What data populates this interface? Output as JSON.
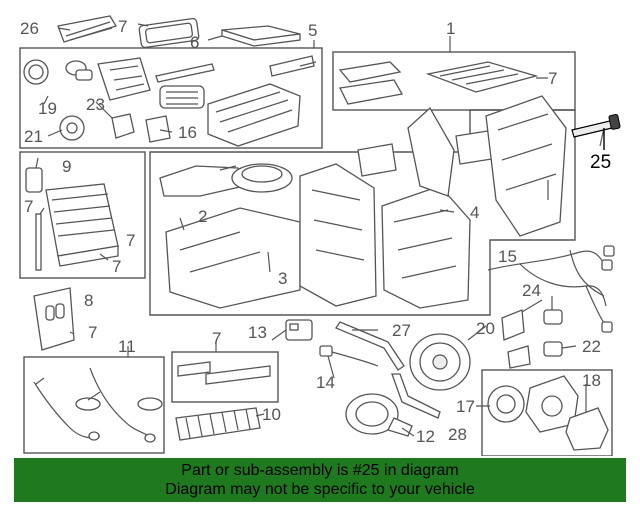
{
  "diagram": {
    "callouts": [
      {
        "id": "c1",
        "text": "1"
      },
      {
        "id": "c2",
        "text": "2"
      },
      {
        "id": "c3",
        "text": "3"
      },
      {
        "id": "c4",
        "text": "4"
      },
      {
        "id": "c5",
        "text": "5"
      },
      {
        "id": "c6",
        "text": "6"
      },
      {
        "id": "c7a",
        "text": "7"
      },
      {
        "id": "c7b",
        "text": "7"
      },
      {
        "id": "c7c",
        "text": "7"
      },
      {
        "id": "c7d",
        "text": "7"
      },
      {
        "id": "c7e",
        "text": "7"
      },
      {
        "id": "c7f",
        "text": "7"
      },
      {
        "id": "c7g",
        "text": "7"
      },
      {
        "id": "c8",
        "text": "8"
      },
      {
        "id": "c9",
        "text": "9"
      },
      {
        "id": "c10",
        "text": "10"
      },
      {
        "id": "c11",
        "text": "11"
      },
      {
        "id": "c12",
        "text": "12"
      },
      {
        "id": "c13",
        "text": "13"
      },
      {
        "id": "c14",
        "text": "14"
      },
      {
        "id": "c15",
        "text": "15"
      },
      {
        "id": "c16",
        "text": "16"
      },
      {
        "id": "c17",
        "text": "17"
      },
      {
        "id": "c18",
        "text": "18"
      },
      {
        "id": "c19",
        "text": "19"
      },
      {
        "id": "c20",
        "text": "20"
      },
      {
        "id": "c21",
        "text": "21"
      },
      {
        "id": "c22",
        "text": "22"
      },
      {
        "id": "c23",
        "text": "23"
      },
      {
        "id": "c24",
        "text": "24"
      },
      {
        "id": "c25",
        "text": "25"
      },
      {
        "id": "c26",
        "text": "26"
      },
      {
        "id": "c27",
        "text": "27"
      },
      {
        "id": "c28",
        "text": "28"
      }
    ],
    "highlighted_part": "25",
    "highlight_color": "#000000",
    "line_color": "#555555"
  },
  "banner": {
    "line1": "Part or sub-assembly is #25 in diagram",
    "line2": "Diagram may not be specific to your vehicle",
    "background": "#1f7a1f"
  }
}
